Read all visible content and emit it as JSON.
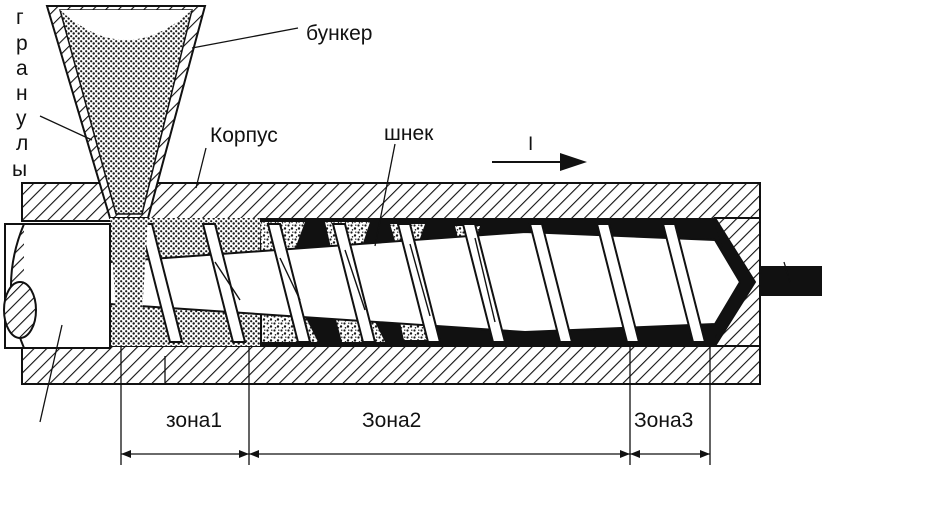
{
  "labels": {
    "granules": [
      "г",
      "р",
      "а",
      "н",
      "у",
      "л",
      "ы"
    ],
    "hopper": "бункер",
    "body": "Корпус",
    "screw": "шнек",
    "direction": "I",
    "zone1": "зона1",
    "zone2": "Зона2",
    "zone3": "Зона3"
  },
  "colors": {
    "ink": "#111111",
    "paper": "#ffffff",
    "granule": "#1a1a1a"
  }
}
